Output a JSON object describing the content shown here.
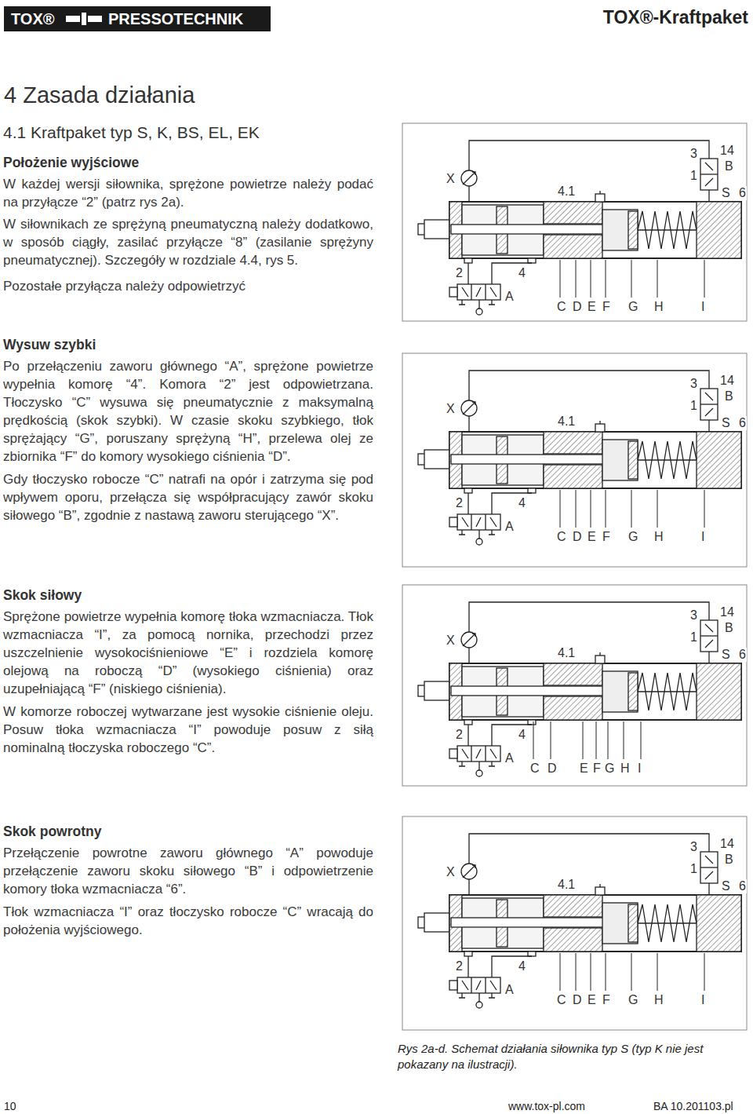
{
  "diagram": {
    "title": "4 Zasada działania",
    "caption": "Rys 2a-d. Schemat działania siłownika typ S (typ K nie jest pokazany na ilustracji).",
    "labels": [
      "TOX®",
      "PRESSOTECHNIK",
      "TOX®-Kraftpaket",
      "4.1 Kraftpaket typ S, K, BS, EL, EK",
      "Położenie wyjściowe",
      "W każdej wersji siłownika, sprężone powietrze należy podać na przyłącze “2” (patrz rys 2a).",
      "W siłownikach ze sprężyną pneumatyczną należy dodatkowo, w sposób ciągły, zasilać przyłącze “8” (zasilanie sprężyny pneumatycznej). Szczegóły w rozdziale 4.4, rys 5.",
      "Pozostałe przyłącza należy odpowietrzyć",
      "Wysuw szybki",
      "Po przełączeniu zaworu głównego “A”, sprężone powietrze wypełnia komorę “4”. Komora “2” jest odpowietrzana. Tłoczysko “C” wysuwa się pneumatycznie z maksymalną prędkością (skok szybki). W czasie skoku szybkiego, tłok sprężający “G”, poruszany sprężyną “H”, przelewa olej ze zbiornika “F” do komory wysokiego ciśnienia “D”.",
      "Gdy tłoczysko robocze “C” natrafi na opór i zatrzyma się pod wpływem oporu, przełącza się współpracujący zawór skoku siłowego “B”, zgodnie z nastawą zaworu sterującego “X”.",
      "Skok siłowy",
      "Sprężone powietrze wypełnia komorę tłoka wzmacniacza. Tłok wzmacniacza “I”, za pomocą nornika, przechodzi przez uszczelnienie wysokociśnieniowe “E” i rozdziela komorę olejową na roboczą “D” (wysokiego ciśnienia) oraz uzupełniającą “F” (niskiego ciśnienia).",
      "W komorze roboczej wytwarzane jest wysokie ciśnienie oleju. Posuw tłoka wzmacniacza “I” powoduje posuw z siłą nominalną tłoczyska roboczego “C”.",
      "Skok powrotny",
      "Przełączenie powrotne zaworu głównego “A” powoduje przełączenie zaworu skoku siłowego “B” i odpowietrzenie komory tłoka wzmacniacza “6”.",
      "Tłok wzmacniacza “I” oraz tłoczysko robocze “C” wracają do położenia wyjściowego.",
      "X",
      "3",
      "14",
      "B",
      "1",
      "S",
      "6",
      "4.1",
      "2",
      "4",
      "A",
      "C",
      "D",
      "E",
      "F",
      "G",
      "H",
      "I",
      "X",
      "3",
      "14",
      "B",
      "1",
      "S",
      "6",
      "4.1",
      "2",
      "4",
      "A",
      "C",
      "D",
      "E",
      "F",
      "G",
      "H",
      "I",
      "X",
      "3",
      "14",
      "B",
      "1",
      "S",
      "6",
      "4.1",
      "2",
      "4",
      "A",
      "C",
      "D",
      "E",
      "F",
      "G",
      "H",
      "I",
      "X",
      "3",
      "14",
      "B",
      "1",
      "S",
      "6",
      "4.1",
      "2",
      "4",
      "A",
      "C",
      "D",
      "E",
      "F",
      "G",
      "H",
      "I",
      "10",
      "www.tox-pl.com",
      "BA 10.201103.pl"
    ]
  }
}
